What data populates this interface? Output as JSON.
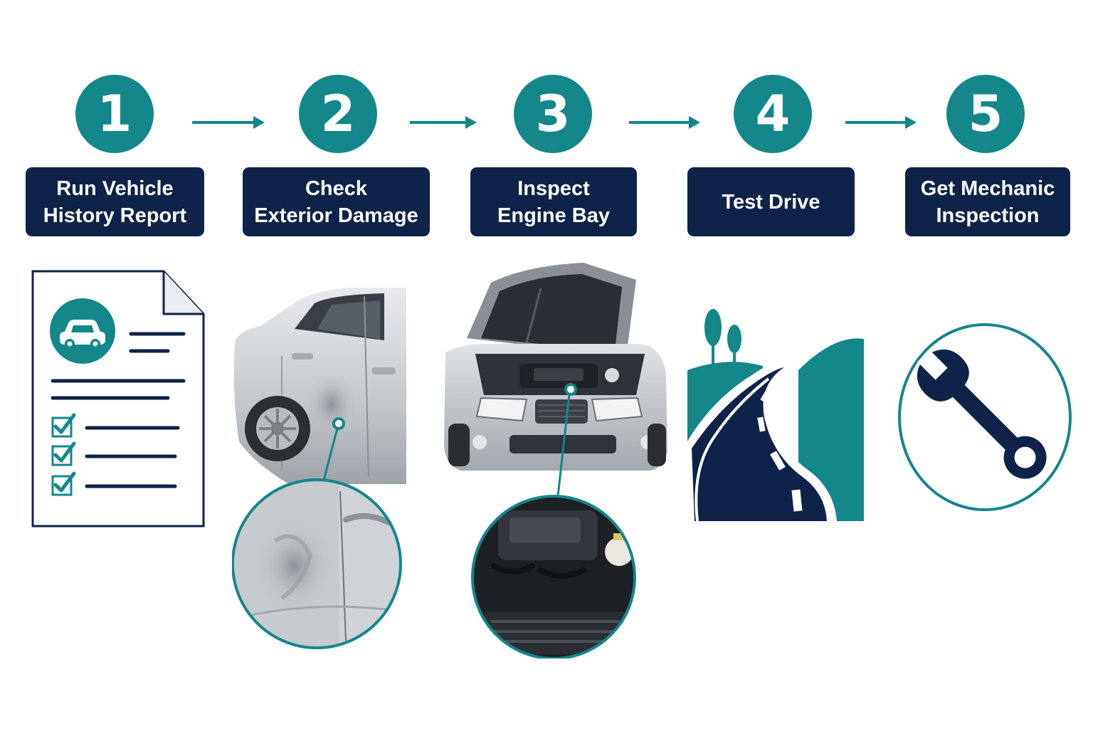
{
  "steps": [
    {
      "number": "1",
      "label_line1": "Run Vehicle",
      "label_line2": "History Report"
    },
    {
      "number": "2",
      "label_line1": "Check",
      "label_line2": "Exterior Damage"
    },
    {
      "number": "3",
      "label_line1": "Inspect",
      "label_line2": "Engine Bay"
    },
    {
      "number": "4",
      "label_line1": "Test Drive",
      "label_line2": ""
    },
    {
      "number": "5",
      "label_line1": "Get Mechanic",
      "label_line2": "Inspection"
    }
  ],
  "icons": {
    "step1": "history-report-document-icon",
    "step2": "car-door-dent-photo",
    "step3": "open-hood-engine-photo",
    "step4": "winding-road-icon",
    "step5": "wrench-icon"
  },
  "colors": {
    "teal": "#13878a",
    "navy": "#0f2249",
    "background": "#ffffff"
  }
}
